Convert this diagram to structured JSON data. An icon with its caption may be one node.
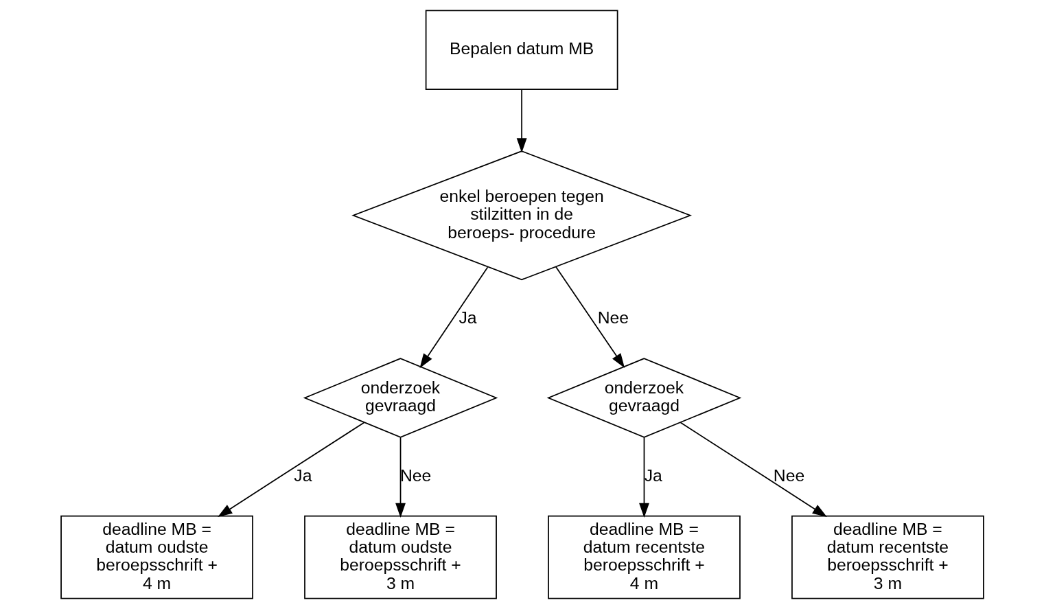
{
  "diagram": {
    "nodes": [
      {
        "text": [
          "Bepalen datum MB"
        ]
      },
      {
        "text": [
          "enkel beroepen tegen stilzitten in de beroeps- procedure"
        ]
      },
      {
        "text": [
          "onderzoek gevraagd"
        ]
      },
      {
        "text": [
          "onderzoek gevraagd"
        ]
      },
      {
        "text": [
          "deadline MB = datum oudste beroepsschrift + 4 m"
        ]
      },
      {
        "text": [
          "deadline MB = datum oudste beroepsschrift + 3 m"
        ]
      },
      {
        "text": [
          "deadline MB = datum recentste beroepsschrift + 4 m"
        ]
      },
      {
        "text": [
          "deadline MB = datum recentste beroepsschrift + 3 m"
        ]
      }
    ],
    "edges": [
      {
        "from": 0,
        "to": 1,
        "arrow": "to"
      },
      {
        "from": 1,
        "to": 2,
        "arrow": "to",
        "label": "Ja"
      },
      {
        "from": 1,
        "to": 3,
        "arrow": "to",
        "label": "Nee"
      },
      {
        "from": 2,
        "to": 4,
        "arrow": "to",
        "label": "Ja"
      },
      {
        "from": 2,
        "to": 5,
        "arrow": "to",
        "label": "Nee"
      },
      {
        "from": 3,
        "to": 6,
        "arrow": "to",
        "label": "Ja"
      },
      {
        "from": 3,
        "to": 7,
        "arrow": "to",
        "label": "Nee"
      }
    ]
  }
}
